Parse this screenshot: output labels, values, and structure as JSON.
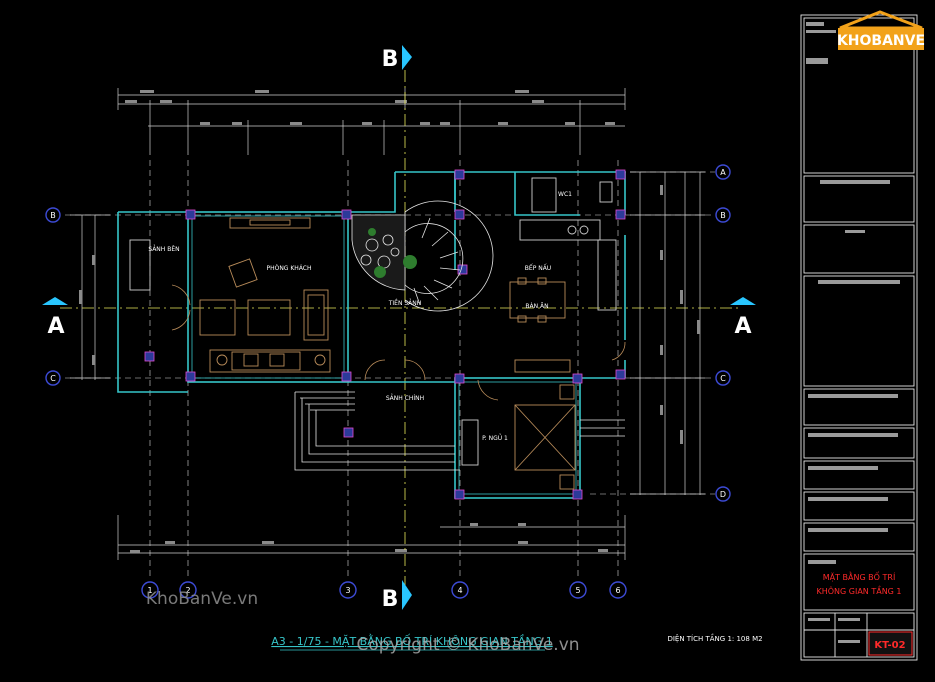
{
  "drawing": {
    "section_b": "B",
    "section_a": "A",
    "grid_rows": [
      "A",
      "B",
      "C",
      "D"
    ],
    "grid_cols": [
      "1",
      "2",
      "3",
      "4",
      "5",
      "6"
    ],
    "rooms": {
      "phong_khach": "PHÒNG KHÁCH",
      "sanh_ben": "SẢNH BÊN",
      "tien_sanh": "TIỀN SẢNH",
      "sanh_chinh": "SẢNH CHÍNH",
      "bep_nau": "BẾP NẤU",
      "ban_an": "BÀN ĂN",
      "wc": "WC1",
      "p_ngu": "P. NGỦ 1"
    },
    "bottom_title": "A3 - 1/75 - MẶT BẰNG BỐ TRÍ KHÔNG GIAN TẦNG 1",
    "area_note": "DIỆN TÍCH TẦNG 1: 108 M2"
  },
  "title_block": {
    "logo_text": "KHOBANVE",
    "sheet_title_line1": "MẶT BẰNG BỐ TRÍ",
    "sheet_title_line2": "KHÔNG GIAN TẦNG 1",
    "sheet_number": "KT-02"
  },
  "watermarks": {
    "site": "KhoBanVe.vn",
    "copyright": "Copyright © KhoBanVe.vn"
  },
  "colors": {
    "background": "#000000",
    "wall": "#36c5c9",
    "dimension": "#d0d0d0",
    "axis": "#e8e85a",
    "furniture": "#b98c5a",
    "grid_bubble": "#3d4bd6",
    "title_red": "#ff2a2a"
  }
}
